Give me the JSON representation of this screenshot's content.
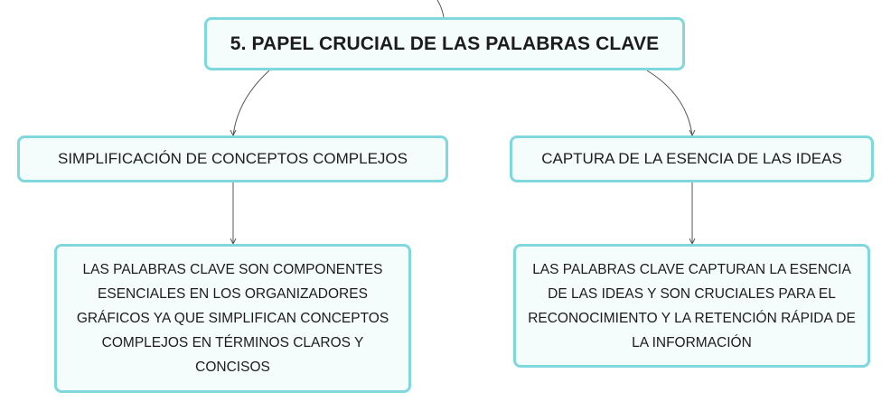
{
  "root": {
    "title": "5. PAPEL CRUCIAL DE LAS PALABRAS CLAVE"
  },
  "branches": [
    {
      "label": "SIMPLIFICACIÓN DE CONCEPTOS COMPLEJOS",
      "detail": "LAS PALABRAS CLAVE SON COMPONENTES ESENCIALES EN LOS ORGANIZADORES GRÁFICOS YA QUE SIMPLIFICAN CONCEPTOS COMPLEJOS EN TÉRMINOS CLAROS Y CONCISOS"
    },
    {
      "label": "CAPTURA DE LA ESENCIA DE LAS IDEAS",
      "detail": "LAS PALABRAS CLAVE CAPTURAN LA ESENCIA DE LAS IDEAS Y SON CRUCIALES PARA EL RECONOCIMIENTO Y LA RETENCIÓN RÁPIDA DE LA INFORMACIÓN"
    }
  ],
  "colors": {
    "node_border": "#7fd8dd",
    "node_fill": "#f4fcfc",
    "connector": "#555555"
  }
}
